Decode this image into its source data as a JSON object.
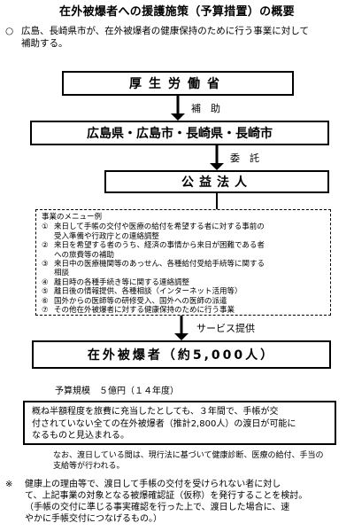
{
  "title": "在外被爆者への援護施策（予算措置）の概要",
  "intro": {
    "mark": "○",
    "line1": "広島、長崎県市が、在外被爆者の健康保持のために行う事業に対して",
    "line2": "補助する。"
  },
  "flow": {
    "box1": "厚生労働省",
    "arrow1": "補　助",
    "box2": "広島県・広島市・長崎県・長崎市",
    "arrow2": "委　託",
    "box3": "公益法人",
    "arrow3": "サービス提供",
    "box4": "在外被爆者（約5,000人）"
  },
  "menu": {
    "title": "事業のメニュー例",
    "items": [
      {
        "num": "①",
        "lines": [
          "来日して手帳の交付や医療の給付を希望する者に対する事前の",
          "受入準備や行政庁との連絡調整"
        ]
      },
      {
        "num": "②",
        "lines": [
          "来日を希望する者のうち、経済の事情から来日が困難である者",
          "への旅費等の補助"
        ]
      },
      {
        "num": "③",
        "lines": [
          "来日中の医療機関等のあっせん、各種給付受給手続等に関する",
          "相談"
        ]
      },
      {
        "num": "④",
        "lines": [
          "離日時の各種手続き等に関する連絡調整"
        ]
      },
      {
        "num": "⑤",
        "lines": [
          "離日後の情報提供、各種相談（インターネット活用等）"
        ]
      },
      {
        "num": "⑥",
        "lines": [
          "国外からの医師等の研修受入、国外への医師の派遣"
        ]
      },
      {
        "num": "⑦",
        "lines": [
          "その他在外被爆者に対する健康保持のために行う事業"
        ]
      }
    ]
  },
  "budget": "予算規模　５億円（１４年度）",
  "notebox": {
    "line1": "概ね半額程度を旅費に充当したとしても、３年間で、手帳が交",
    "line2": "付されていない全ての在外被爆者（推計2,800人）の渡日が可能に",
    "line3": "なるものと見込まれる。"
  },
  "note1": {
    "line1": "なお、渡日している間は、現行法に基づいて健康診断、医療の給付、手当の",
    "line2": "支給等が行われる。"
  },
  "note2": {
    "mark": "※",
    "line1": "健康上の理由等で、渡日して手帳の交付を受けられない者に対し",
    "line2": "て、上記事業の対象となる被爆確認証（仮称）を発行することを検討。",
    "line3": "（手帳の交付に準じる事実確認を行った上で、渡日した場合に、速",
    "line4": "やかに手帳交付につなげるもの。）"
  }
}
